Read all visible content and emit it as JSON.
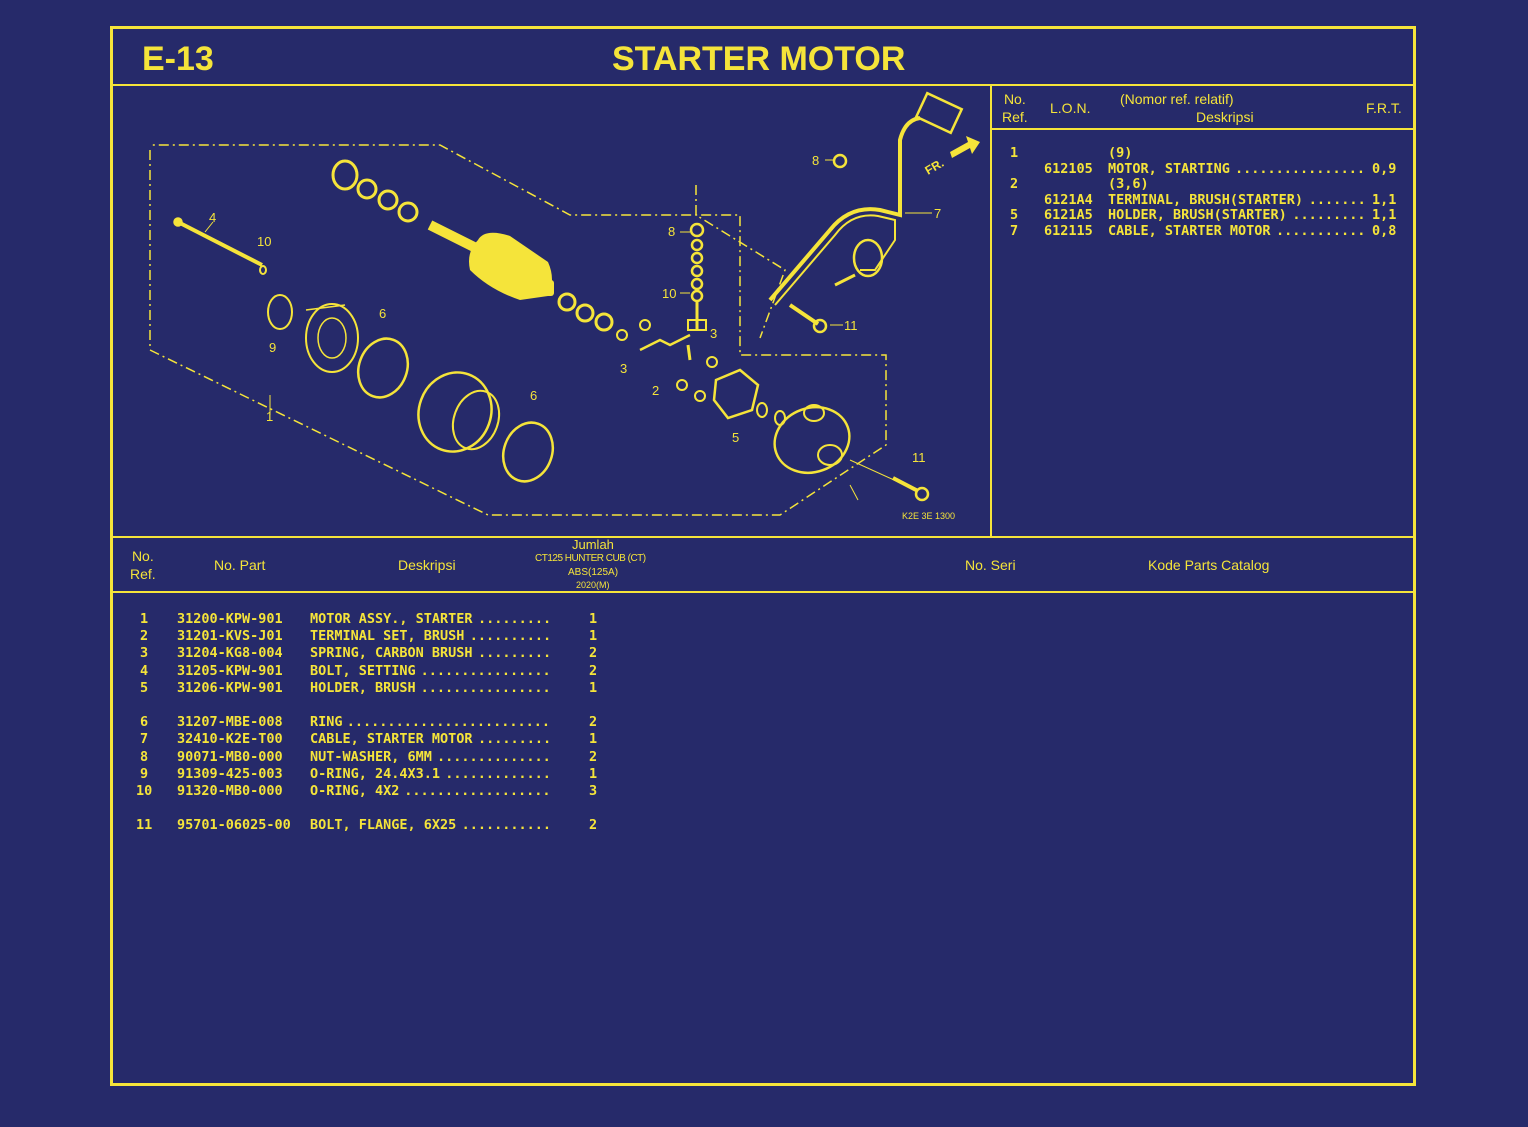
{
  "header": {
    "code": "E-13",
    "title": "STARTER MOTOR"
  },
  "frt": {
    "headers": {
      "no_ref": "No.\nRef.",
      "lon": "L.O.N.",
      "nomor": "(Nomor ref. relatif)",
      "deskripsi": "Deskripsi",
      "frt": "F.R.T."
    },
    "rows": [
      {
        "ref": "1",
        "lon": "",
        "desc": "(9)",
        "frt": ""
      },
      {
        "ref": "",
        "lon": "612105",
        "desc": "MOTOR, STARTING",
        "frt": "0,9"
      },
      {
        "ref": "2",
        "lon": "",
        "desc": "(3,6)",
        "frt": ""
      },
      {
        "ref": "",
        "lon": "6121A4",
        "desc": "TERMINAL, BRUSH(STARTER)",
        "frt": "1,1"
      },
      {
        "ref": "5",
        "lon": "6121A5",
        "desc": "HOLDER, BRUSH(STARTER)",
        "frt": "1,1"
      },
      {
        "ref": "7",
        "lon": "612115",
        "desc": "CABLE, STARTER MOTOR",
        "frt": "0,8"
      }
    ]
  },
  "diagram": {
    "code": "K2E 3E 1300",
    "fr_label": "FR.",
    "callouts": [
      "1",
      "2",
      "3",
      "3",
      "4",
      "5",
      "6",
      "6",
      "7",
      "8",
      "8",
      "9",
      "10",
      "10",
      "11",
      "11"
    ]
  },
  "parts": {
    "headers": {
      "no_ref": "No.\nRef.",
      "no_part": "No. Part",
      "deskripsi": "Deskripsi",
      "jumlah": "Jumlah",
      "model": "CT125 HUNTER CUB (CT)",
      "abs": "ABS(125A)",
      "year": "2020(M)",
      "no_seri": "No. Seri",
      "kode": "Kode Parts Catalog"
    },
    "groups": [
      [
        {
          "ref": "1",
          "part": "31200-KPW-901",
          "desc": "MOTOR ASSY., STARTER",
          "qty": "1"
        },
        {
          "ref": "2",
          "part": "31201-KVS-J01",
          "desc": "TERMINAL SET, BRUSH",
          "qty": "1"
        },
        {
          "ref": "3",
          "part": "31204-KG8-004",
          "desc": "SPRING, CARBON BRUSH",
          "qty": "2"
        },
        {
          "ref": "4",
          "part": "31205-KPW-901",
          "desc": "BOLT, SETTING",
          "qty": "2"
        },
        {
          "ref": "5",
          "part": "31206-KPW-901",
          "desc": "HOLDER, BRUSH",
          "qty": "1"
        }
      ],
      [
        {
          "ref": "6",
          "part": "31207-MBE-008",
          "desc": "RING",
          "qty": "2"
        },
        {
          "ref": "7",
          "part": "32410-K2E-T00",
          "desc": "CABLE, STARTER MOTOR",
          "qty": "1"
        },
        {
          "ref": "8",
          "part": "90071-MB0-000",
          "desc": "NUT-WASHER, 6MM",
          "qty": "2"
        },
        {
          "ref": "9",
          "part": "91309-425-003",
          "desc": "O-RING, 24.4X3.1",
          "qty": "1"
        },
        {
          "ref": "10",
          "part": "91320-MB0-000",
          "desc": "O-RING, 4X2",
          "qty": "3"
        }
      ],
      [
        {
          "ref": "11",
          "part": "95701-06025-00",
          "desc": "BOLT, FLANGE, 6X25",
          "qty": "2"
        }
      ]
    ]
  },
  "colors": {
    "background": "#262a6a",
    "accent": "#f5e43a"
  }
}
